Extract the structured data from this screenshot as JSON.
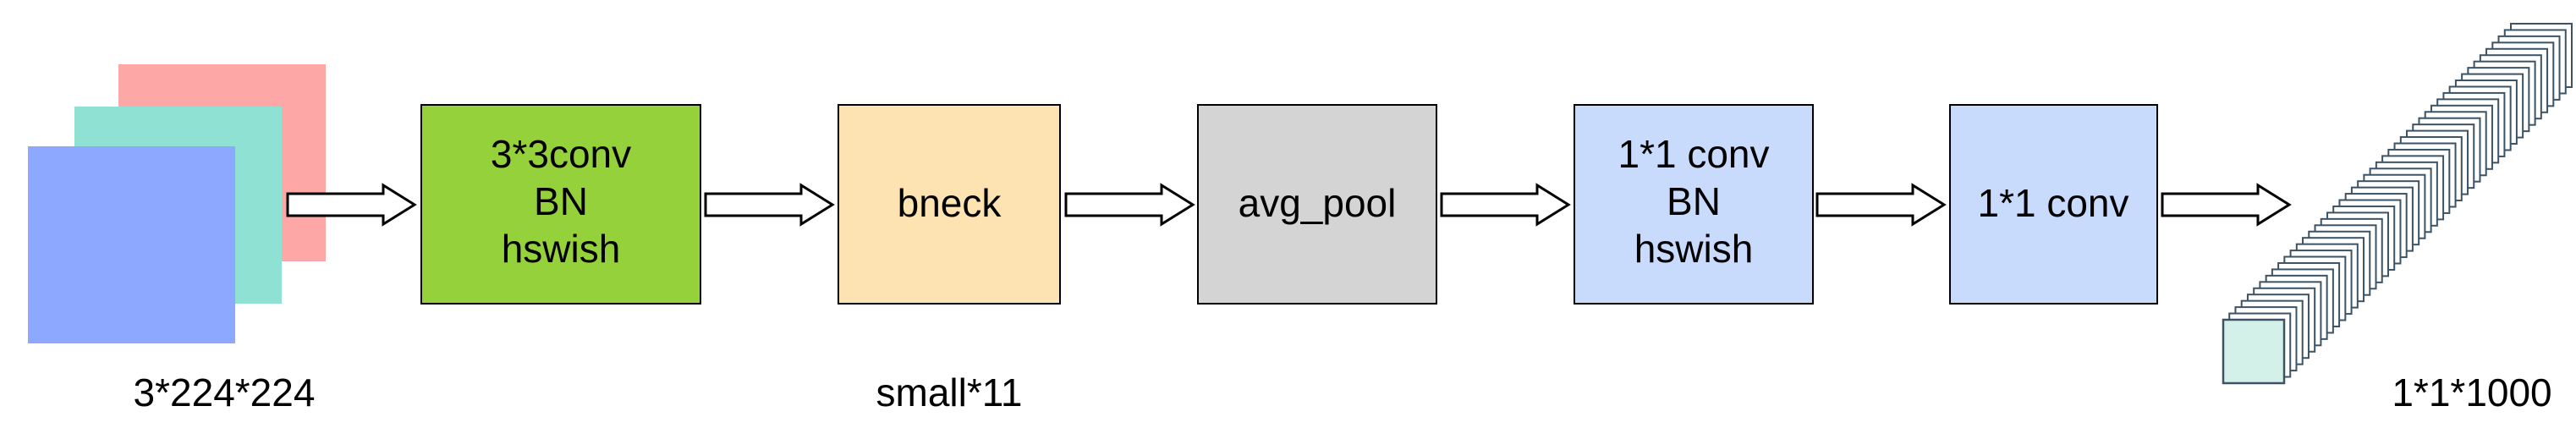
{
  "input": {
    "caption": "3*224*224",
    "layer_colors": [
      "#fda7a6",
      "#8fe1d4",
      "#8ca8ff"
    ]
  },
  "blocks": [
    {
      "id": "conv3",
      "lines": [
        "3*3conv",
        "BN",
        "hswish"
      ],
      "color": "#94d13b"
    },
    {
      "id": "bneck",
      "lines": [
        "bneck"
      ],
      "color": "#fde2b2",
      "caption": "small*11"
    },
    {
      "id": "avg_pool",
      "lines": [
        "avg_pool"
      ],
      "color": "#d4d4d4"
    },
    {
      "id": "conv1_bn",
      "lines": [
        "1*1 conv",
        "BN",
        "hswish"
      ],
      "color": "#c8dbfd"
    },
    {
      "id": "conv1",
      "lines": [
        "1*1 conv"
      ],
      "color": "#c8dbfd"
    }
  ],
  "output": {
    "caption": "1*1*1000",
    "front_color": "#d4f1e9",
    "stack_color": "#3c5366"
  }
}
